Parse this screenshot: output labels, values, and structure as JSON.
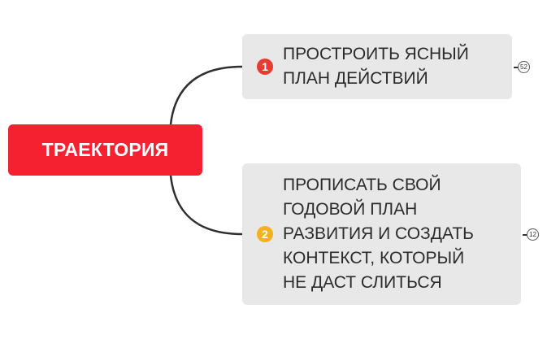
{
  "root": {
    "label": "ТРАЕКТОРИЯ",
    "color": "#f62130"
  },
  "topics": [
    {
      "marker": "1",
      "marker_color": "#e83b34",
      "marker_icon": "priority-1-icon",
      "text": "ПРОСТРОИТЬ ЯСНЫЙ\nПЛАН ДЕЙСТВИЙ",
      "collapsed_count": "52"
    },
    {
      "marker": "2",
      "marker_color": "#f7b01e",
      "marker_icon": "priority-2-icon",
      "text": "ПРОПИСАТЬ СВОЙ\nГОДОВОЙ ПЛАН\nРАЗВИТИЯ И СОЗДАТЬ\nКОНТЕКСТ, КОТОРЫЙ\nНЕ ДАСТ СЛИТЬСЯ",
      "collapsed_count": "12"
    }
  ]
}
